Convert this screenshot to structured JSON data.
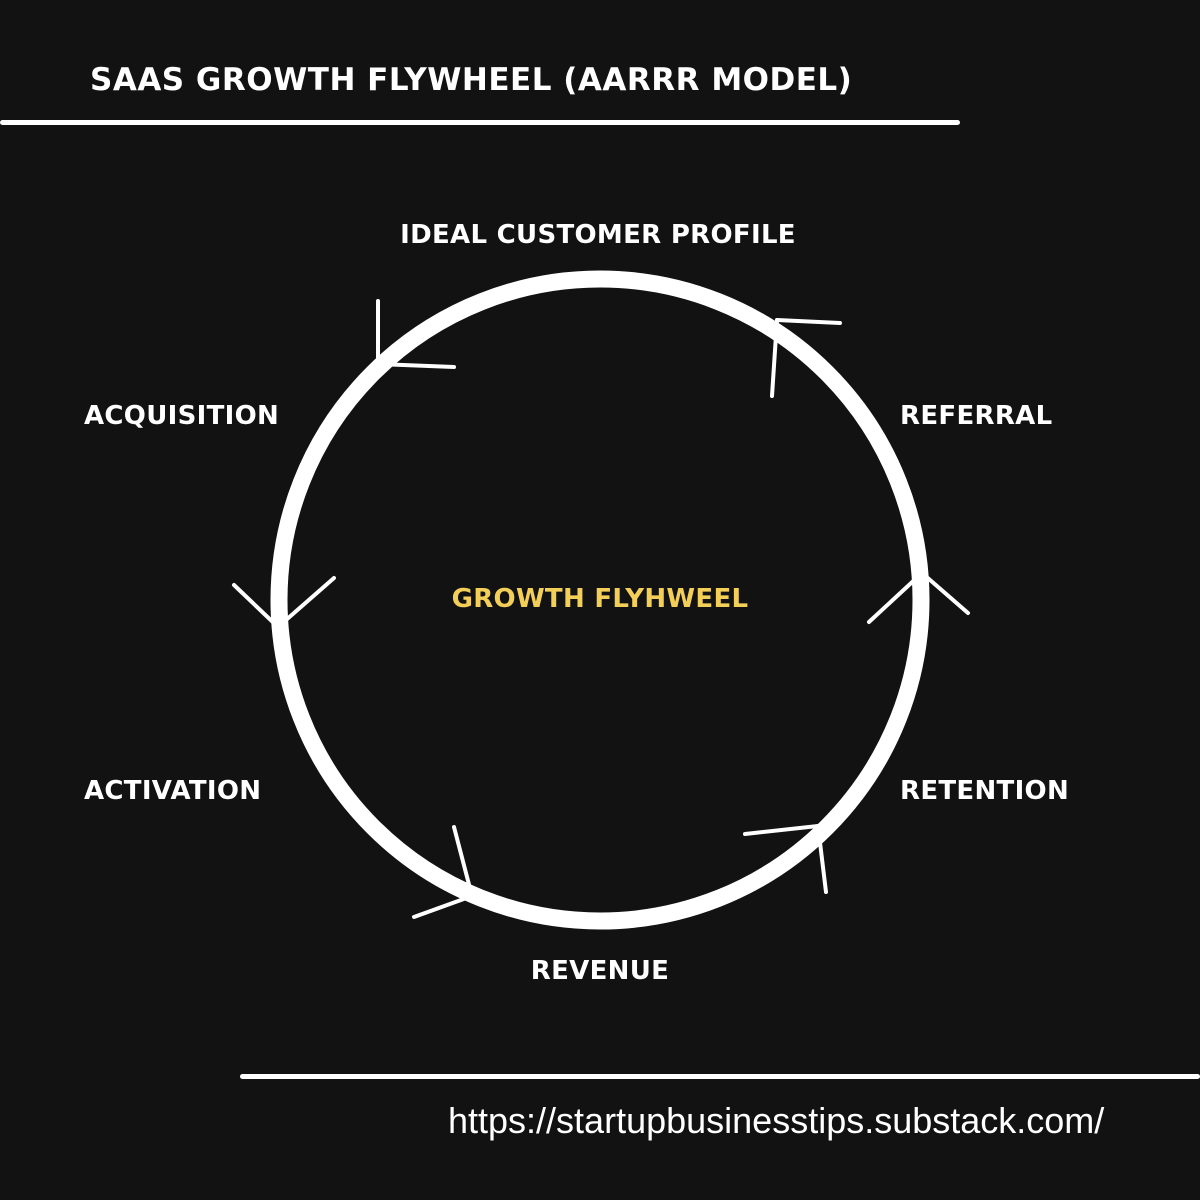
{
  "title": "SAAS GROWTH FLYWHEEL (AARRR MODEL)",
  "center_label": "GROWTH FLYHWEEL",
  "stages": {
    "ideal_customer_profile": "IDEAL CUSTOMER PROFILE",
    "referral": "REFERRAL",
    "retention": "RETENTION",
    "revenue": "REVENUE",
    "activation": "ACTIVATION",
    "acquisition": "ACQUISITION"
  },
  "footer_url": "https://startupbusinesstips.substack.com/",
  "colors": {
    "background": "#121212",
    "foreground": "#ffffff",
    "accent": "#f4cf58"
  },
  "icons": {
    "arrowhead": "chevron-arrow-icon"
  }
}
